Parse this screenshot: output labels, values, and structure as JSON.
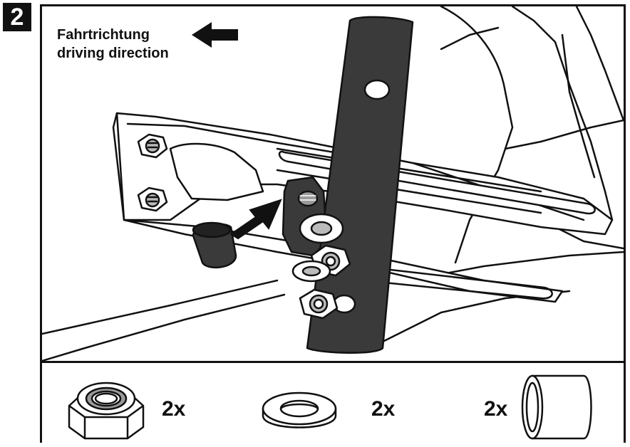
{
  "step": {
    "number": "2"
  },
  "direction": {
    "label_de": "Fahrtrichtung",
    "label_en": "driving direction",
    "arrow_icon": "arrow-left-icon"
  },
  "parts": [
    {
      "name": "lock nut",
      "icon": "hex-lock-nut-icon",
      "quantity": "2x"
    },
    {
      "name": "washer",
      "icon": "flat-washer-icon",
      "quantity": "2x"
    },
    {
      "name": "spacer sleeve",
      "icon": "spacer-sleeve-icon",
      "quantity": "2x"
    }
  ],
  "colors": {
    "line": "#111111",
    "fill": "#ffffff",
    "metal": "#3a3a3a",
    "shade": "#9a9a9a"
  }
}
